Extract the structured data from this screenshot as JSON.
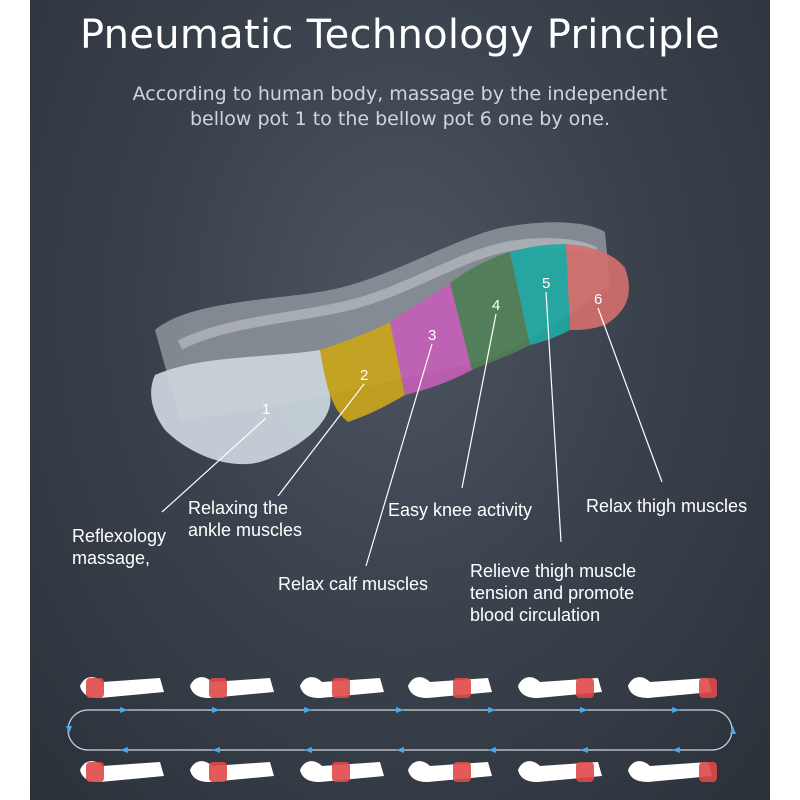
{
  "title": "Pneumatic Technology Principle",
  "subtitle_line1": "According to human body, massage by the independent",
  "subtitle_line2": "bellow pot 1 to the bellow pot 6 one by one.",
  "pots": [
    {
      "number": "1",
      "label_lines": [
        "Reflexology",
        "massage,"
      ],
      "color": "#c9d3da"
    },
    {
      "number": "2",
      "label_lines": [
        "Relaxing the",
        "ankle muscles"
      ],
      "color": "#c9a41b"
    },
    {
      "number": "3",
      "label_lines": [
        "Relax calf muscles"
      ],
      "color": "#c35fb5"
    },
    {
      "number": "4",
      "label_lines": [
        "Easy knee activity"
      ],
      "color": "#4e7e55"
    },
    {
      "number": "5",
      "label_lines": [
        "Relieve thigh muscle",
        "tension and promote",
        "blood circulation"
      ],
      "color": "#1fa8a3"
    },
    {
      "number": "6",
      "label_lines": [
        "Relax thigh muscles"
      ],
      "color": "#d36f6c"
    }
  ],
  "legs_top_row": 6,
  "legs_bottom_row": 6,
  "highlight_color": "#e04848",
  "flow_color": "#4aa7e8"
}
